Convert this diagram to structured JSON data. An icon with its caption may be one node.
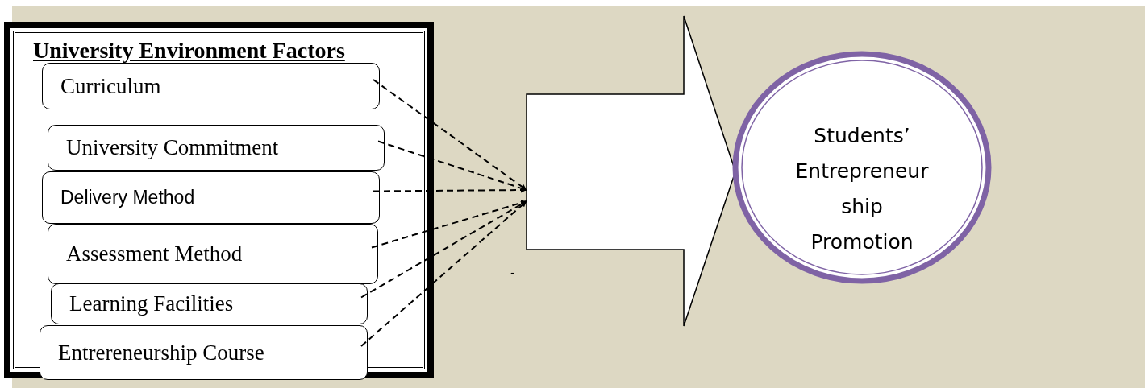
{
  "diagram": {
    "nodes": [
      {
        "text": [
          "University Environment Factors"
        ]
      },
      {
        "text": [
          "Curriculum"
        ],
        "in": 0
      },
      {
        "text": [
          "University Commitment"
        ],
        "in": 0
      },
      {
        "text": [
          "Delivery Method"
        ],
        "in": 0
      },
      {
        "text": [
          "Assessment Method"
        ],
        "in": 0
      },
      {
        "text": [
          "Learning Facilities"
        ],
        "in": 0
      },
      {
        "text": [
          "Entrereneurship Course"
        ],
        "in": 0
      },
      {
        "text": [],
        "shape": "arrow"
      },
      {
        "text": [
          "Students’ Entrepreneur ship Promotion"
        ]
      }
    ],
    "edges": [
      {
        "from": 1,
        "to": 7,
        "arrow": "to",
        "style": "dashed"
      },
      {
        "from": 2,
        "to": 7,
        "arrow": "to",
        "style": "dashed"
      },
      {
        "from": 3,
        "to": 7,
        "arrow": "to",
        "style": "dashed"
      },
      {
        "from": 4,
        "to": 7,
        "arrow": "to",
        "style": "dashed"
      },
      {
        "from": 5,
        "to": 7,
        "arrow": "to",
        "style": "dashed"
      },
      {
        "from": 6,
        "to": 7,
        "arrow": "to",
        "style": "dashed"
      }
    ],
    "labels": [
      "-"
    ]
  }
}
